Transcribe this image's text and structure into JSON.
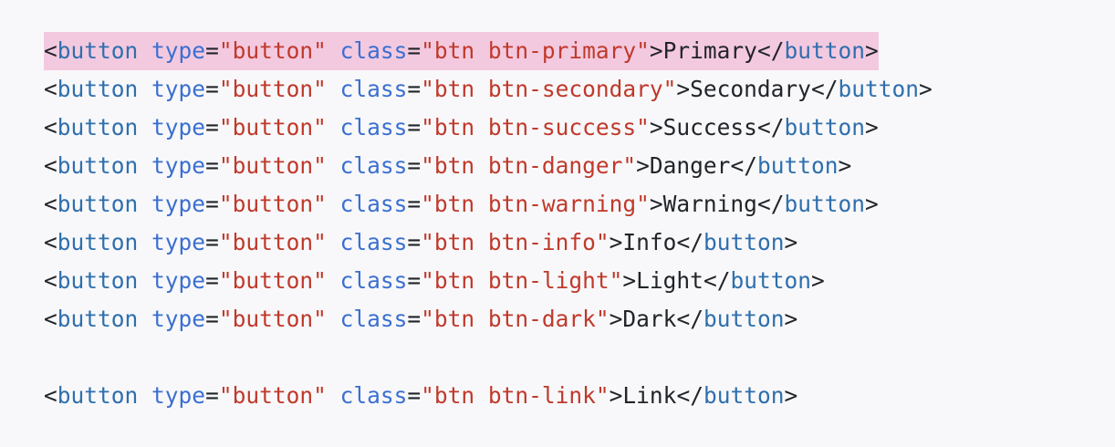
{
  "code": {
    "lines": [
      {
        "highlighted": true,
        "tag": "button",
        "attr1": "type",
        "val1": "\"button\"",
        "attr2": "class",
        "val2": "\"btn btn-primary\"",
        "text": "Primary"
      },
      {
        "highlighted": false,
        "tag": "button",
        "attr1": "type",
        "val1": "\"button\"",
        "attr2": "class",
        "val2": "\"btn btn-secondary\"",
        "text": "Secondary"
      },
      {
        "highlighted": false,
        "tag": "button",
        "attr1": "type",
        "val1": "\"button\"",
        "attr2": "class",
        "val2": "\"btn btn-success\"",
        "text": "Success"
      },
      {
        "highlighted": false,
        "tag": "button",
        "attr1": "type",
        "val1": "\"button\"",
        "attr2": "class",
        "val2": "\"btn btn-danger\"",
        "text": "Danger"
      },
      {
        "highlighted": false,
        "tag": "button",
        "attr1": "type",
        "val1": "\"button\"",
        "attr2": "class",
        "val2": "\"btn btn-warning\"",
        "text": "Warning"
      },
      {
        "highlighted": false,
        "tag": "button",
        "attr1": "type",
        "val1": "\"button\"",
        "attr2": "class",
        "val2": "\"btn btn-info\"",
        "text": "Info"
      },
      {
        "highlighted": false,
        "tag": "button",
        "attr1": "type",
        "val1": "\"button\"",
        "attr2": "class",
        "val2": "\"btn btn-light\"",
        "text": "Light"
      },
      {
        "highlighted": false,
        "tag": "button",
        "attr1": "type",
        "val1": "\"button\"",
        "attr2": "class",
        "val2": "\"btn btn-dark\"",
        "text": "Dark"
      },
      {
        "blank": true
      },
      {
        "highlighted": false,
        "tag": "button",
        "attr1": "type",
        "val1": "\"button\"",
        "attr2": "class",
        "val2": "\"btn btn-link\"",
        "text": "Link"
      }
    ]
  },
  "colors": {
    "background": "#f8f8fa",
    "highlight": "#f3c9e0",
    "tag": "#2f6fad",
    "attribute": "#3b6fd0",
    "string": "#c0392b",
    "text": "#212529"
  }
}
